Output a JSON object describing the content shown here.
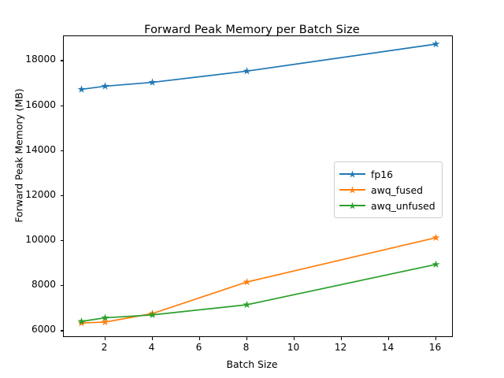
{
  "chart_data": {
    "type": "line",
    "title": "Forward Peak Memory per Batch Size",
    "xlabel": "Batch Size",
    "ylabel": "Forward Peak Memory (MB)",
    "x": [
      1,
      2,
      4,
      8,
      16
    ],
    "xlim": [
      0.25,
      16.75
    ],
    "ylim": [
      5700,
      19100
    ],
    "xticks": [
      2,
      4,
      6,
      8,
      10,
      12,
      14,
      16
    ],
    "yticks": [
      6000,
      8000,
      10000,
      12000,
      14000,
      16000,
      18000
    ],
    "grid": false,
    "legend_position": "center right",
    "marker": "star",
    "series": [
      {
        "name": "fp16",
        "color": "#1f77b4",
        "values": [
          16740,
          16880,
          17050,
          17550,
          18750
        ]
      },
      {
        "name": "awq_fused",
        "color": "#ff7f0e",
        "values": [
          6360,
          6400,
          6780,
          8180,
          10150
        ]
      },
      {
        "name": "awq_unfused",
        "color": "#2ca02c",
        "values": [
          6430,
          6590,
          6720,
          7170,
          8960
        ]
      }
    ]
  }
}
